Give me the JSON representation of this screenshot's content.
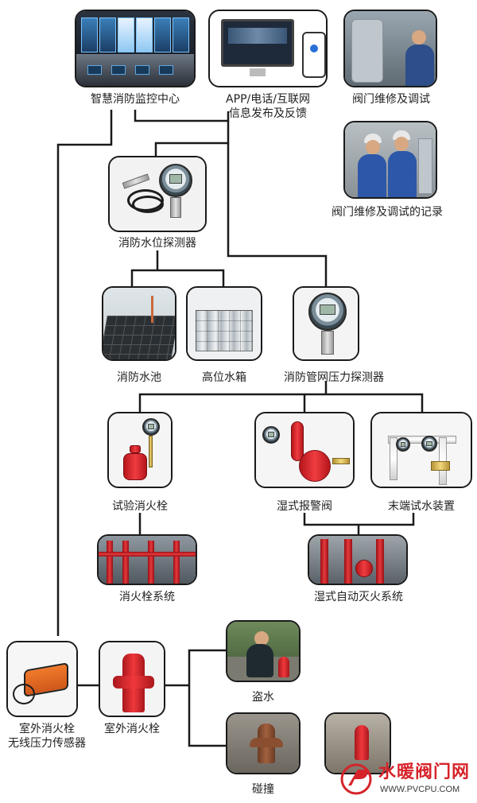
{
  "nodes": {
    "monitoring_center": "智慧消防监控中心",
    "app_info": [
      "APP/电话/互联网",
      "信息发布及反馈"
    ],
    "valve_repair": "阀门维修及调试",
    "valve_repair_record": "阀门维修及调试的记录",
    "level_detector": "消防水位探测器",
    "fire_pool": "消防水池",
    "high_tank": "高位水箱",
    "pipe_pressure_detector": "消防管网压力探测器",
    "test_hydrant": "试验消火栓",
    "wet_alarm_valve": "湿式报警阀",
    "end_test_device": "末端试水装置",
    "hydrant_system": "消火栓系统",
    "wet_sprinkler_system": "湿式自动灭火系统",
    "outdoor_sensor": [
      "室外消火栓",
      "无线压力传感器"
    ],
    "outdoor_hydrant": "室外消火栓",
    "water_theft": "盗水",
    "collision": "碰撞"
  },
  "logo": {
    "text": "水暖阀门网",
    "url": "WWW.PVCPU.COM",
    "mark_letter": "P"
  },
  "colors": {
    "line": "#1a1a1a",
    "logo_red": "#d6232a"
  }
}
